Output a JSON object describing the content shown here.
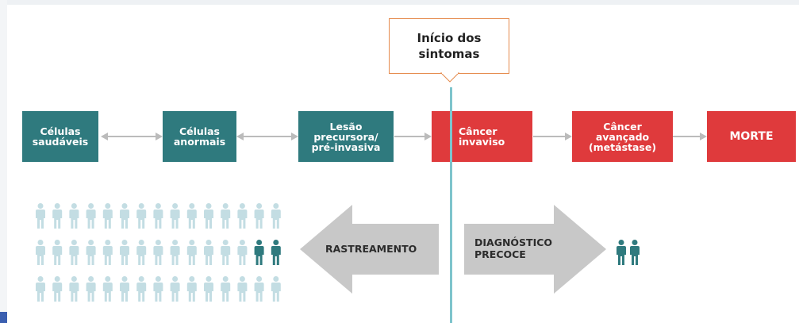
{
  "callout": {
    "line1": "Início dos",
    "line2": "sintomas"
  },
  "stages": [
    {
      "line1": "Células",
      "line2": "saudáveis"
    },
    {
      "line1": "Células",
      "line2": "anormais"
    },
    {
      "line1": "Lesão",
      "line2": "precursora/",
      "line3": "pré-invasiva"
    },
    {
      "line1": "Câncer",
      "line2": "invaviso"
    },
    {
      "line1": "Câncer",
      "line2": "avançado",
      "line3": "(metástase)"
    },
    {
      "line1": "MORTE"
    }
  ],
  "arrows": {
    "left_label": "RASTREAMENTO",
    "right_label_line1": "DIAGNÓSTICO",
    "right_label_line2": "PRECOCE"
  },
  "colors": {
    "teal": "#2f7a7e",
    "red": "#df3a3c",
    "light_figure": "#c3dde3",
    "dark_figure": "#2f7a7e",
    "timeline": "#7ec4cc",
    "callout_border": "#e58a4c",
    "arrow_gray": "#c8c8c8"
  }
}
